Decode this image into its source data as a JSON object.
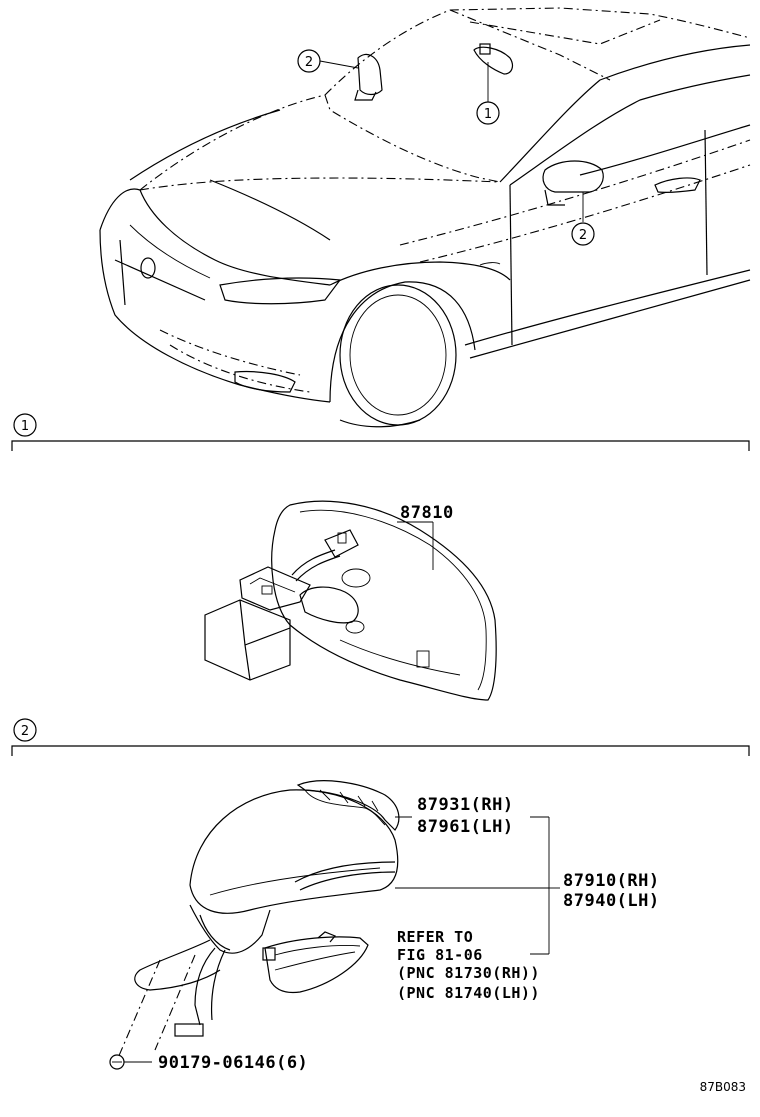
{
  "overview": {
    "callouts": [
      {
        "id": "mirror-callout-2-left",
        "text": "2"
      },
      {
        "id": "mirror-callout-1",
        "text": "1"
      },
      {
        "id": "mirror-callout-2-right",
        "text": "2"
      }
    ]
  },
  "sections": [
    {
      "number": "1"
    },
    {
      "number": "2"
    }
  ],
  "inner_mirror": {
    "part_number": "87810"
  },
  "outer_mirror": {
    "cover_rh": "87931(RH)",
    "cover_lh": "87961(LH)",
    "assy_rh": "87910(RH)",
    "assy_lh": "87940(LH)",
    "refer_line1": "REFER TO",
    "refer_line2": "FIG 81-06",
    "refer_line3": "(PNC 81730(RH))",
    "refer_line4": "(PNC 81740(LH))",
    "screw": "90179-06146(6)"
  },
  "figure_code": "87B083"
}
